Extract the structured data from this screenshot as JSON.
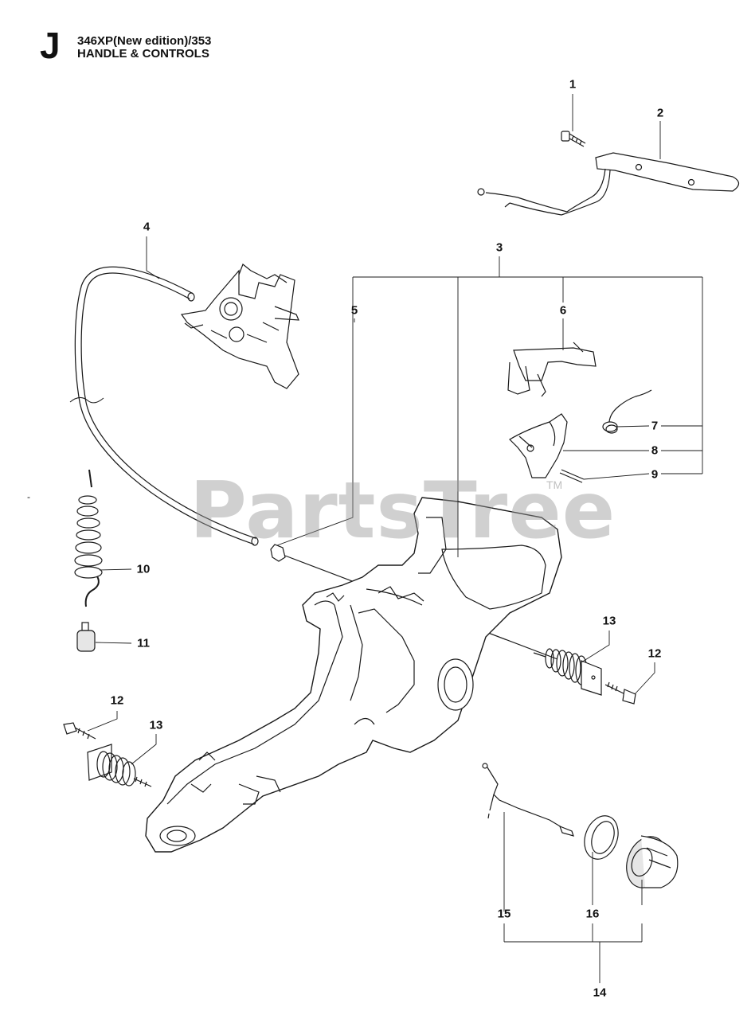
{
  "header": {
    "section_letter": "J",
    "model": "346XP(New edition)/353",
    "section_title": "HANDLE & CONTROLS"
  },
  "watermark": {
    "text": "PartsTree",
    "tm": "TM"
  },
  "stray_mark": "-",
  "callouts": {
    "c1": "1",
    "c2": "2",
    "c3": "3",
    "c4": "4",
    "c5": "5",
    "c6": "6",
    "c7": "7",
    "c8": "8",
    "c9": "9",
    "c10": "10",
    "c11": "11",
    "c12a": "12",
    "c12b": "12",
    "c13a": "13",
    "c13b": "13",
    "c14": "14",
    "c15": "15",
    "c16": "16"
  },
  "colors": {
    "line": "#1a1a1a",
    "fill": "#ffffff",
    "shade": "#e6e6e6",
    "watermark": "#969696"
  }
}
